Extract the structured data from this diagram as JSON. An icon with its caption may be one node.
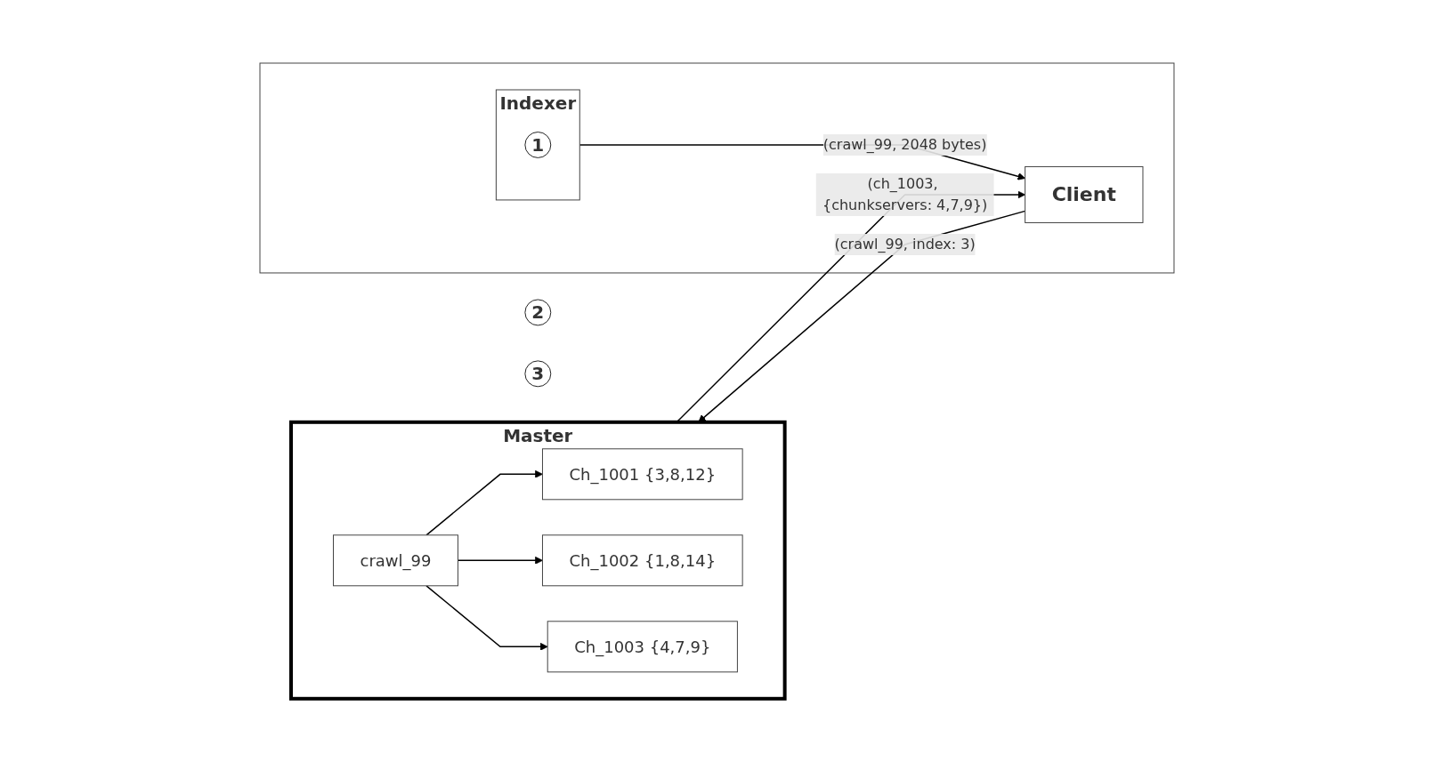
{
  "diagram": {
    "nodes": [
      {
        "text": [],
        "shape": "box"
      },
      {
        "text": [
          "Indexer"
        ],
        "in": 0
      },
      {
        "text": [
          "1"
        ],
        "in": 1
      },
      {
        "text": [
          "Client"
        ],
        "in": 0
      },
      {
        "text": [
          "2"
        ]
      },
      {
        "text": [
          "Master"
        ]
      },
      {
        "text": [
          "crawl_99"
        ],
        "in": 5
      },
      {
        "text": [
          "Ch_1001 {3,8,12}"
        ],
        "in": 5
      },
      {
        "text": [
          "Ch_1002 {1,8,14}"
        ],
        "in": 5
      },
      {
        "text": [
          "Ch_1003 {4,7,9}"
        ],
        "in": 5
      },
      {
        "text": [
          "3"
        ]
      }
    ],
    "edges": [
      {
        "from": 1,
        "to": 3,
        "arrow": "to",
        "label": "(crawl_99, 2048 bytes)"
      },
      {
        "from": 3,
        "to": 5,
        "arrow": "to",
        "label": "(crawl_99, index: 3)"
      },
      {
        "from": 5,
        "to": 3,
        "arrow": "to",
        "label": "(ch_1003, {chunkservers: 4,7,9})"
      },
      {
        "from": 6,
        "to": 7,
        "arrow": "to"
      },
      {
        "from": 6,
        "to": 8,
        "arrow": "to"
      },
      {
        "from": 6,
        "to": 9,
        "arrow": "to"
      }
    ]
  }
}
